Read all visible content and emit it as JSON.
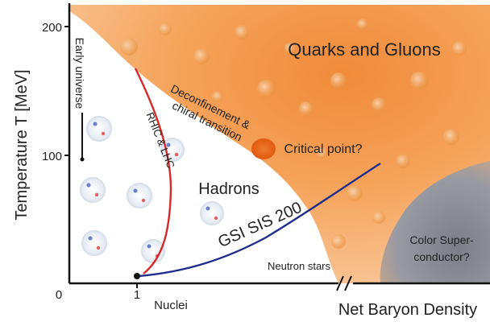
{
  "axes": {
    "y_label": "Temperature T [MeV]",
    "x_label": "Net Baryon Density",
    "y_ticks": [
      "200",
      "100",
      "0"
    ],
    "x_ticks": [
      "1"
    ],
    "nuclei_label": "Nuclei"
  },
  "regions": {
    "quarks_gluons": "Quarks and Gluons",
    "hadrons": "Hadrons",
    "color_superconductor_line1": "Color Super-",
    "color_superconductor_line2": "conductor?",
    "neutron_stars": "Neutron stars"
  },
  "annotations": {
    "early_universe": "Early universe",
    "deconfinement_line1": "Deconfinement &",
    "deconfinement_line2": "chiral transition",
    "critical_point": "Critical point?",
    "rhic_lhc": "RHIC & LHC",
    "gsi": "GSI SIS 200"
  },
  "colors": {
    "qgp_orange": "#f5a35a",
    "qgp_light": "#f8c79a",
    "critical_point": "#e86a1a",
    "rhic_curve": "#d42a2a",
    "gsi_curve": "#1f2e8c",
    "superconductor": "#8e8e96"
  }
}
